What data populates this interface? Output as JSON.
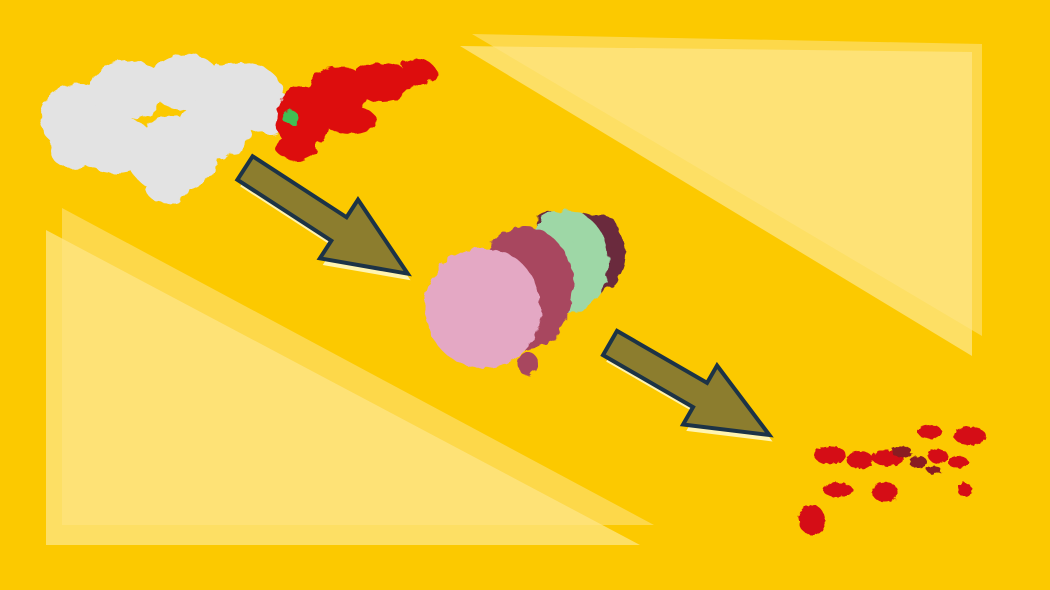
{
  "figure": {
    "colors": {
      "background": "#fcc900",
      "panel_fill": "#fde585",
      "panel_fill_faint": "#fddc5c",
      "arrow_fill": "#8c7d2e",
      "arrow_outline": "#1c3346",
      "arrow_shadow": "#fff4b0",
      "complex_white": "#e3e3e3",
      "complex_red": "#dd0c0c",
      "complex_green": "#3fbf52",
      "proteasome_pink": "#e4a8c4",
      "proteasome_rose": "#a8475f",
      "proteasome_mint": "#9ed7a6",
      "proteasome_purple": "#6b2a3c",
      "fragment_red": "#d50f12",
      "fragment_dark": "#8a1a22"
    },
    "stages": [
      {
        "id": "substrate-complex",
        "description_icon": "protein-complex-icon"
      },
      {
        "id": "proteasome",
        "description_icon": "proteasome-icon"
      },
      {
        "id": "peptide-fragments",
        "description_icon": "peptide-fragments-icon"
      }
    ],
    "arrows": [
      {
        "from": "substrate-complex",
        "to": "proteasome"
      },
      {
        "from": "proteasome",
        "to": "peptide-fragments"
      }
    ]
  }
}
